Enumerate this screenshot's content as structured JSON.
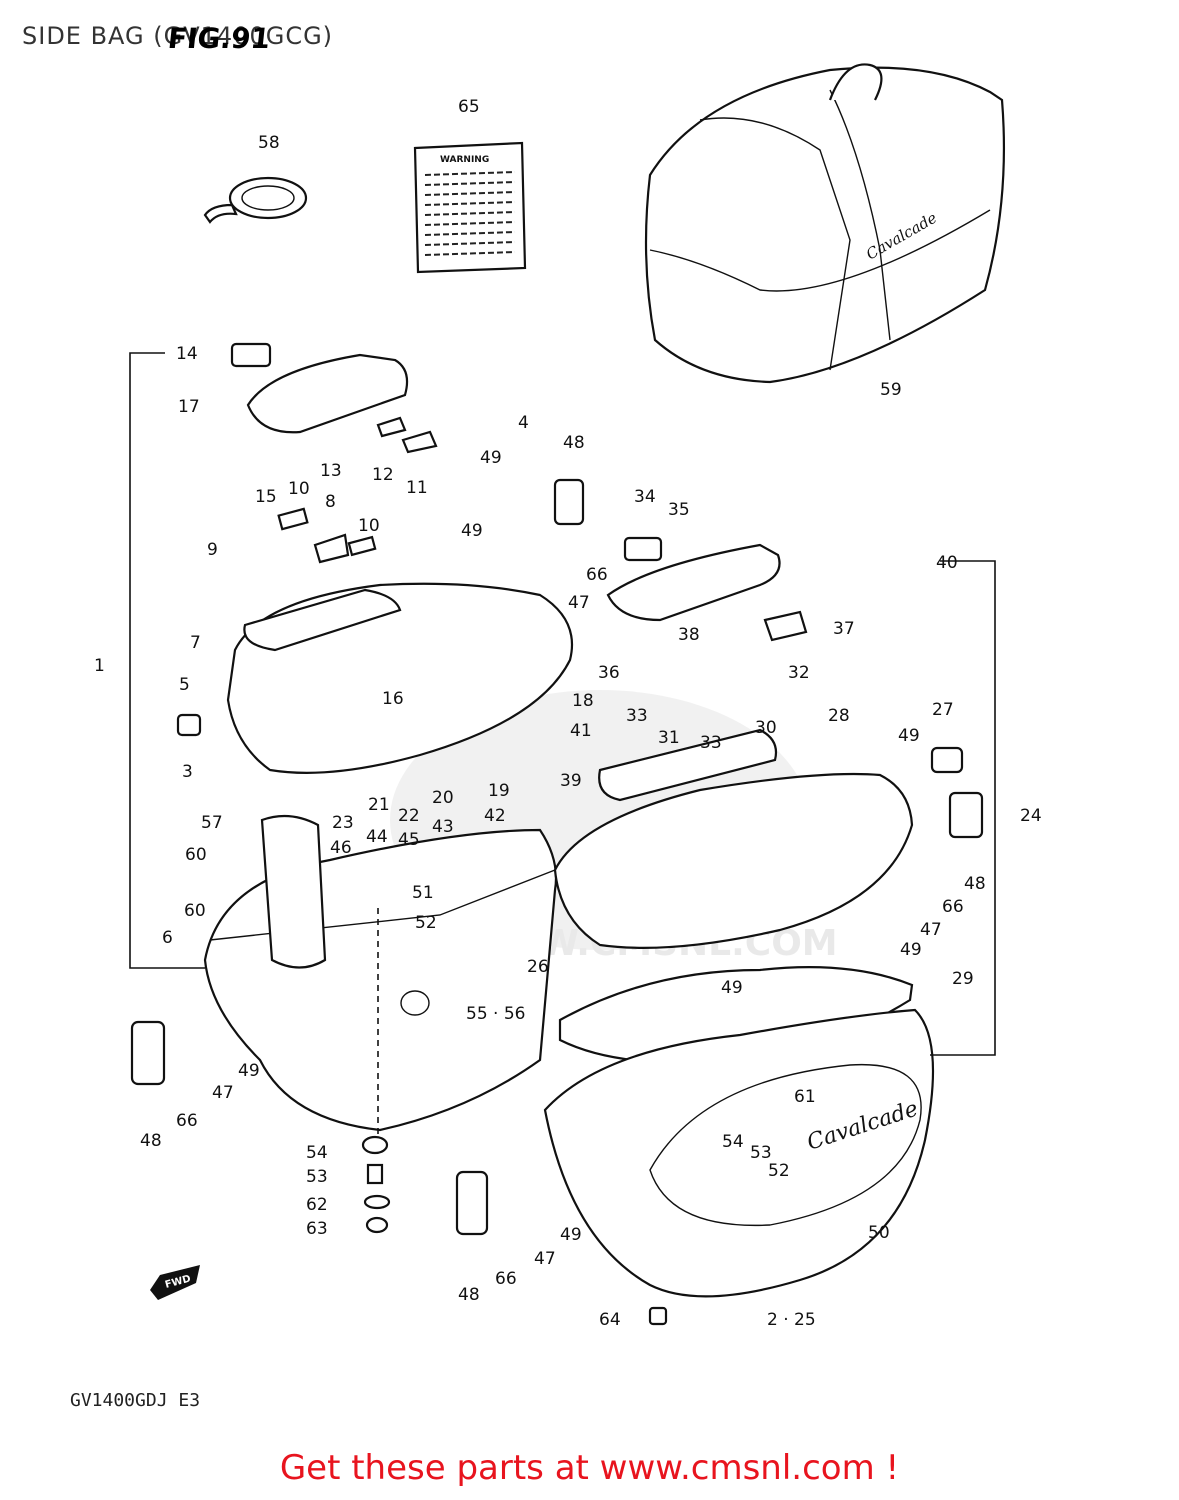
{
  "header": {
    "title": "SIDE BAG (GV1400GCG)",
    "figure": "FIG.91"
  },
  "model_code": "GV1400GDJ E3",
  "footer": {
    "text": "Get these parts at www.cmsnl.com !",
    "color": "#e8141e"
  },
  "warning_label": {
    "heading": "WARNING"
  },
  "bag_script": "Cavalcade",
  "lid_script": "Cavalcade",
  "watermark": "WWW.CMSNL.COM",
  "fwd_arrow": "FWD",
  "callouts": [
    "58",
    "65",
    "59",
    "14",
    "17",
    "13",
    "12",
    "11",
    "15",
    "10",
    "8",
    "9",
    "10",
    "4",
    "49",
    "48",
    "49",
    "66",
    "47",
    "34",
    "35",
    "40",
    "7",
    "16",
    "1",
    "5",
    "18",
    "41",
    "3",
    "37",
    "36",
    "38",
    "32",
    "33",
    "31",
    "33",
    "30",
    "28",
    "27",
    "49",
    "21",
    "22",
    "20",
    "19",
    "42",
    "39",
    "23",
    "44",
    "45",
    "43",
    "46",
    "57",
    "60",
    "51",
    "52",
    "60",
    "6",
    "26",
    "24",
    "48",
    "66",
    "47",
    "49",
    "29",
    "49",
    "55 · 56",
    "48",
    "66",
    "47",
    "49",
    "61",
    "54",
    "53",
    "52",
    "54",
    "53",
    "62",
    "63",
    "47",
    "49",
    "66",
    "48",
    "50",
    "64",
    "2 · 25"
  ]
}
